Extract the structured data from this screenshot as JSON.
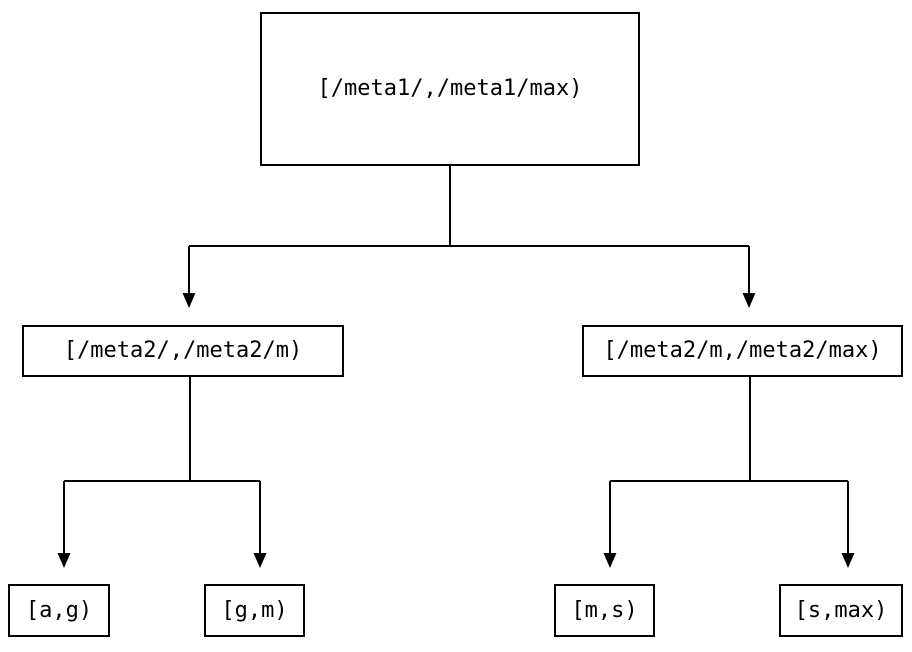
{
  "diagram": {
    "type": "tree",
    "background_color": "#ffffff",
    "line_color": "#000000",
    "text_color": "#000000",
    "nodes": [
      {
        "id": "root",
        "label": "[/meta1/,/meta1/max)"
      },
      {
        "id": "l2-left",
        "label": "[/meta2/,/meta2/m)"
      },
      {
        "id": "l2-right",
        "label": "[/meta2/m,/meta2/max)"
      },
      {
        "id": "leaf-ag",
        "label": "[a,g)"
      },
      {
        "id": "leaf-gm",
        "label": "[g,m)"
      },
      {
        "id": "leaf-ms",
        "label": "[m,s)"
      },
      {
        "id": "leaf-smax",
        "label": "[s,max)"
      }
    ],
    "edges": [
      {
        "from": "root",
        "to": "l2-left"
      },
      {
        "from": "root",
        "to": "l2-right"
      },
      {
        "from": "l2-left",
        "to": "leaf-ag"
      },
      {
        "from": "l2-left",
        "to": "leaf-gm"
      },
      {
        "from": "l2-right",
        "to": "leaf-ms"
      },
      {
        "from": "l2-right",
        "to": "leaf-smax"
      }
    ]
  }
}
